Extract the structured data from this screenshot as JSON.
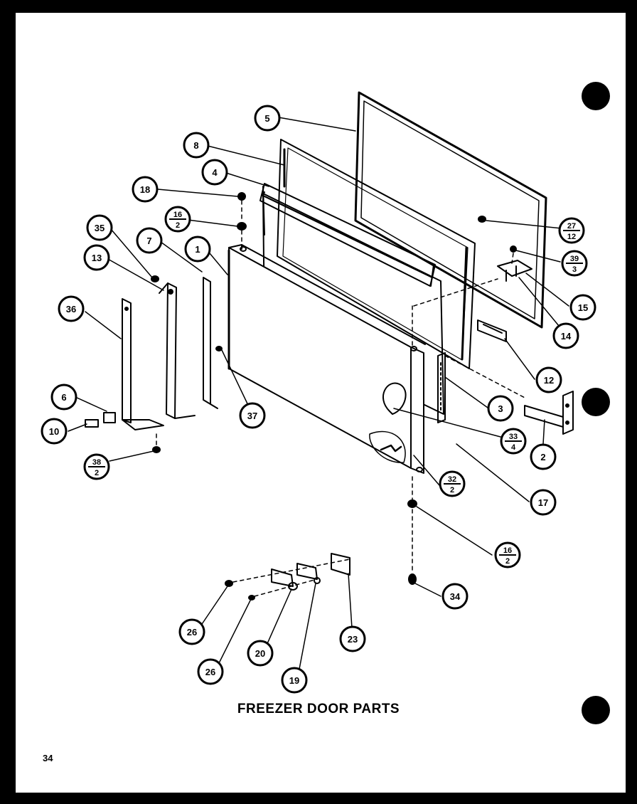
{
  "caption": "FREEZER DOOR PARTS",
  "page_number": "34",
  "callouts": [
    {
      "id": "c5",
      "top": "5"
    },
    {
      "id": "c8",
      "top": "8"
    },
    {
      "id": "c4",
      "top": "4"
    },
    {
      "id": "c18",
      "top": "18"
    },
    {
      "id": "c16a",
      "top": "16",
      "bottom": "2"
    },
    {
      "id": "c35",
      "top": "35"
    },
    {
      "id": "c7",
      "top": "7"
    },
    {
      "id": "c1",
      "top": "1"
    },
    {
      "id": "c13",
      "top": "13"
    },
    {
      "id": "c36",
      "top": "36"
    },
    {
      "id": "c6",
      "top": "6"
    },
    {
      "id": "c10",
      "top": "10"
    },
    {
      "id": "c38",
      "top": "38",
      "bottom": "2"
    },
    {
      "id": "c37",
      "top": "37"
    },
    {
      "id": "c27",
      "top": "27",
      "bottom": "12"
    },
    {
      "id": "c39",
      "top": "39",
      "bottom": "3"
    },
    {
      "id": "c15",
      "top": "15"
    },
    {
      "id": "c14",
      "top": "14"
    },
    {
      "id": "c12",
      "top": "12"
    },
    {
      "id": "c3",
      "top": "3"
    },
    {
      "id": "c33",
      "top": "33",
      "bottom": "4"
    },
    {
      "id": "c2",
      "top": "2"
    },
    {
      "id": "c32",
      "top": "32",
      "bottom": "2"
    },
    {
      "id": "c17",
      "top": "17"
    },
    {
      "id": "c16b",
      "top": "16",
      "bottom": "2"
    },
    {
      "id": "c34",
      "top": "34"
    },
    {
      "id": "c26a",
      "top": "26"
    },
    {
      "id": "c26b",
      "top": "26"
    },
    {
      "id": "c20",
      "top": "20"
    },
    {
      "id": "c19",
      "top": "19"
    },
    {
      "id": "c23",
      "top": "23"
    }
  ]
}
